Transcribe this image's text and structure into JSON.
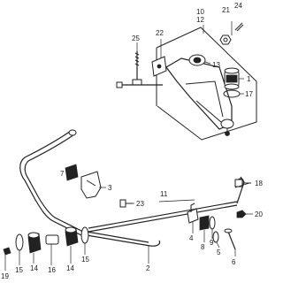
{
  "diagram": {
    "callouts": {
      "c1": "1",
      "c2": "2",
      "c3": "3",
      "c4": "4",
      "c5": "5",
      "c6": "6",
      "c7": "7",
      "c8": "8",
      "c9": "9",
      "c10": "10",
      "c11": "11",
      "c12": "12",
      "c13": "13",
      "c14a": "14",
      "c14b": "14",
      "c15a": "15",
      "c15b": "15",
      "c16": "16",
      "c17": "17",
      "c18": "18",
      "c19": "19",
      "c20": "20",
      "c21": "21",
      "c22": "22",
      "c23": "23",
      "c24": "24",
      "c25": "25"
    }
  }
}
